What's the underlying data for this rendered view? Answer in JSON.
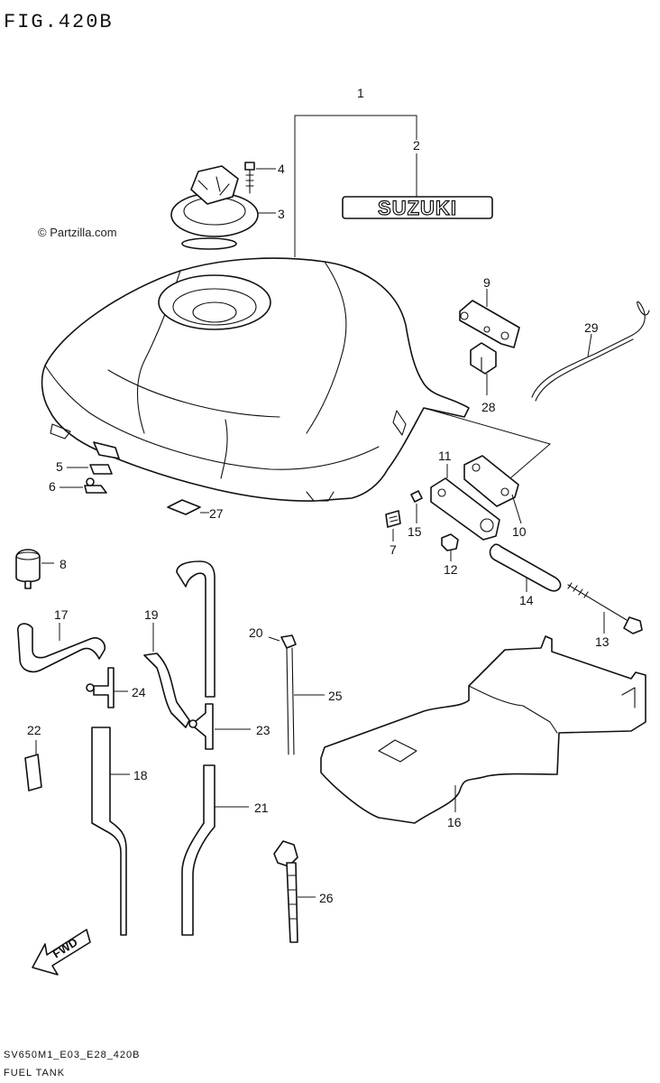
{
  "figure": {
    "title": "FIG.420B",
    "drawing_code": "SV650M1_E03_E28_420B",
    "caption": "FUEL TANK",
    "watermark": "© Partzilla.com",
    "brand_emblem": "SUZUKI",
    "fwd_arrow": "FWD"
  },
  "callouts": [
    "1",
    "2",
    "3",
    "4",
    "5",
    "6",
    "7",
    "8",
    "9",
    "10",
    "11",
    "12",
    "13",
    "14",
    "15",
    "16",
    "17",
    "18",
    "19",
    "20",
    "21",
    "22",
    "23",
    "24",
    "25",
    "26",
    "27",
    "28",
    "29"
  ]
}
